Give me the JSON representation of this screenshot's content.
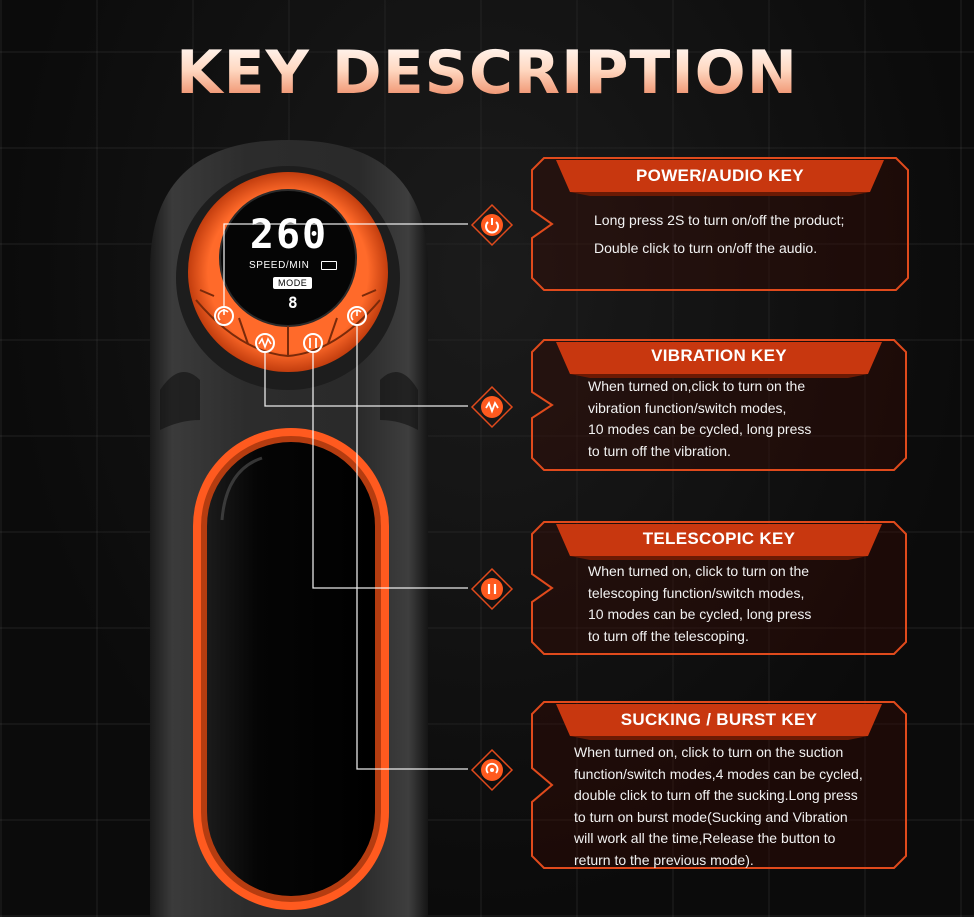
{
  "title": "KEY DESCRIPTION",
  "display": {
    "speed_value": "260",
    "speed_unit": "SPEED/MIN",
    "mode_label": "MODE",
    "mode_value": "8"
  },
  "keys": [
    {
      "title": "POWER/AUDIO KEY",
      "icon": "power-icon",
      "lines": [
        "Long press 2S to turn on/off the product;",
        "Double click to turn on/off the audio."
      ]
    },
    {
      "title": "VIBRATION KEY",
      "icon": "vibration-wave-icon",
      "lines": [
        "When turned on,click to turn on the",
        "vibration function/switch modes,",
        "10 modes can be cycled, long press",
        "to turn off the vibration."
      ]
    },
    {
      "title": "TELESCOPIC KEY",
      "icon": "telescopic-icon",
      "lines": [
        "When turned on, click to turn on the",
        "telescoping function/switch modes,",
        "10 modes can be cycled, long press",
        "to turn off the telescoping."
      ]
    },
    {
      "title": "SUCKING / BURST KEY",
      "icon": "suction-icon",
      "lines": [
        "When turned on, click to turn on the suction",
        "function/switch modes,4 modes can be cycled,",
        "double click to turn off the sucking.Long press",
        "to turn on burst mode(Sucking and Vibration",
        "will work all the time,Release the button to",
        "return to the previous mode)."
      ]
    }
  ],
  "colors": {
    "accent": "#ff5a1f",
    "panel_border": "#e04a1c",
    "device_body": "#2a2a2a"
  }
}
